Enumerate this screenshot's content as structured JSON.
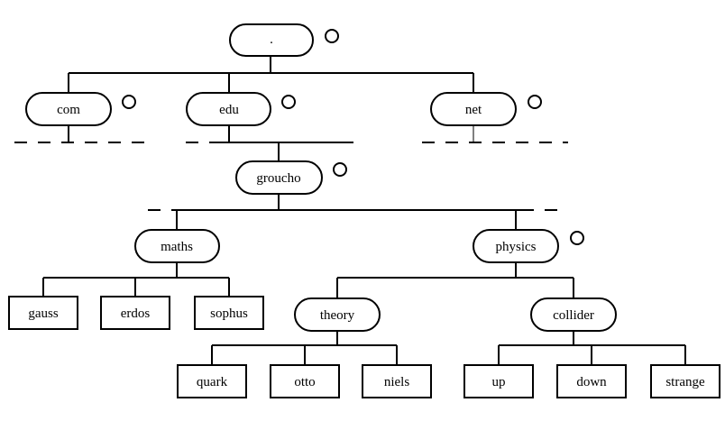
{
  "nodes": {
    "root": ".",
    "com": "com",
    "edu": "edu",
    "net": "net",
    "groucho": "groucho",
    "maths": "maths",
    "physics": "physics",
    "gauss": "gauss",
    "erdos": "erdos",
    "sophus": "sophus",
    "theory": "theory",
    "collider": "collider",
    "quark": "quark",
    "otto": "otto",
    "niels": "niels",
    "up": "up",
    "down": "down",
    "strange": "strange"
  }
}
